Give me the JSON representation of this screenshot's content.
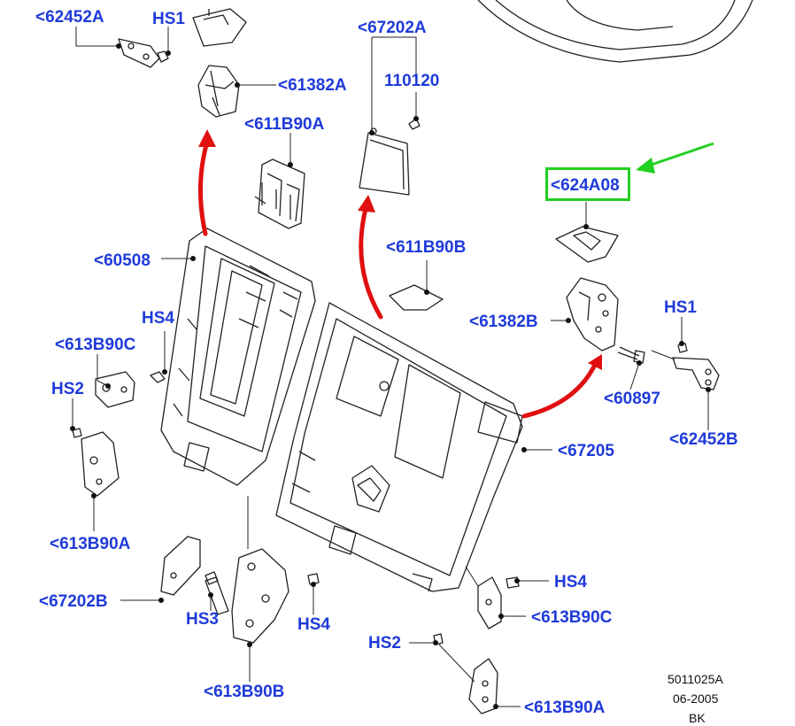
{
  "labels": {
    "l_62452a_top": "<62452A",
    "l_hs1_top": "HS1",
    "l_61382a": "<61382A",
    "l_611b90a": "<611B90A",
    "l_67202a": "<67202A",
    "l_110120": "110120",
    "l_624a08": "<624A08",
    "l_611b90b": "<611B90B",
    "l_60508": "<60508",
    "l_61382b": "<61382B",
    "l_hs1_right": "HS1",
    "l_hs4_left": "HS4",
    "l_613b90c_left": "<613B90C",
    "l_hs2_left": "HS2",
    "l_60897": "<60897",
    "l_62452b": "<62452B",
    "l_67205": "<67205",
    "l_613b90a_left": "<613B90A",
    "l_hs4_right": "HS4",
    "l_67202b": "<67202B",
    "l_613b90c_right": "<613B90C",
    "l_hs3": "HS3",
    "l_hs4_bottom": "HS4",
    "l_hs2_bottom": "HS2",
    "l_613b90b": "<613B90B",
    "l_613b90a_right": "<613B90A"
  },
  "footer": {
    "code": "5011025A",
    "date": "06-2005",
    "suffix": "BK"
  },
  "colors": {
    "label": "#1f3bd9",
    "arrow_red": "#e01010",
    "highlight_green": "#22d022",
    "line": "#222222"
  }
}
